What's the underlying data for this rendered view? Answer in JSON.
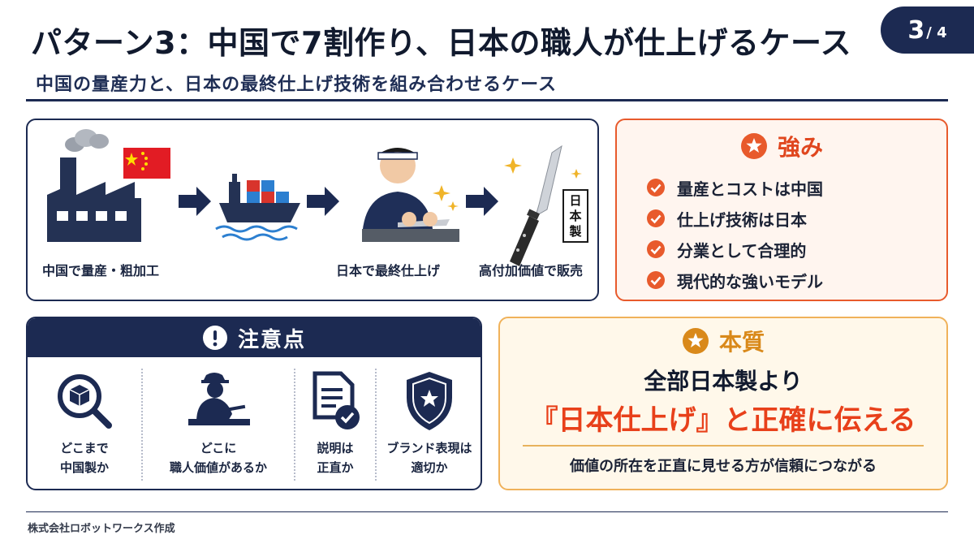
{
  "header": {
    "title": "パターン3：中国で7割作り、日本の職人が仕上げるケース",
    "subtitle": "中国の量産力と、日本の最終仕上げ技術を組み合わせるケース",
    "page_current": "3",
    "page_total": "/ 4"
  },
  "process": {
    "steps": [
      {
        "label": "中国で量産・粗加工"
      },
      {
        "label": "日本で最終仕上げ"
      },
      {
        "label": "高付加価値で販売"
      }
    ],
    "stamp_text": "日本製",
    "icons": [
      "factory-icon",
      "china-flag-icon",
      "arrow-right-icon",
      "cargo-ship-icon",
      "craftsman-icon",
      "kitchen-knife-icon",
      "sparkle-icon"
    ]
  },
  "strength": {
    "title": "強み",
    "items": [
      "量産とコストは中国",
      "仕上げ技術は日本",
      "分業として合理的",
      "現代的な強いモデル"
    ]
  },
  "caution": {
    "title": "注意点",
    "items": [
      {
        "line1": "どこまで",
        "line2": "中国製か",
        "icon": "magnifier-box-icon"
      },
      {
        "line1": "どこに",
        "line2": "職人価値があるか",
        "icon": "craftsman-work-icon"
      },
      {
        "line1": "説明は",
        "line2": "正直か",
        "icon": "document-check-icon"
      },
      {
        "line1": "ブランド表現は",
        "line2": "適切か",
        "icon": "shield-star-icon"
      }
    ]
  },
  "essence": {
    "title": "本質",
    "line1": "全部日本製より",
    "line2": "『日本仕上げ』と正確に伝える",
    "line3": "価値の所在を正直に見せる方が信頼につながる"
  },
  "footer": {
    "text": "株式会社ロボットワークス作成"
  },
  "colors": {
    "navy": "#1c2a52",
    "orange": "#e85a2c",
    "gold": "#d9891a",
    "red": "#e8401a"
  }
}
